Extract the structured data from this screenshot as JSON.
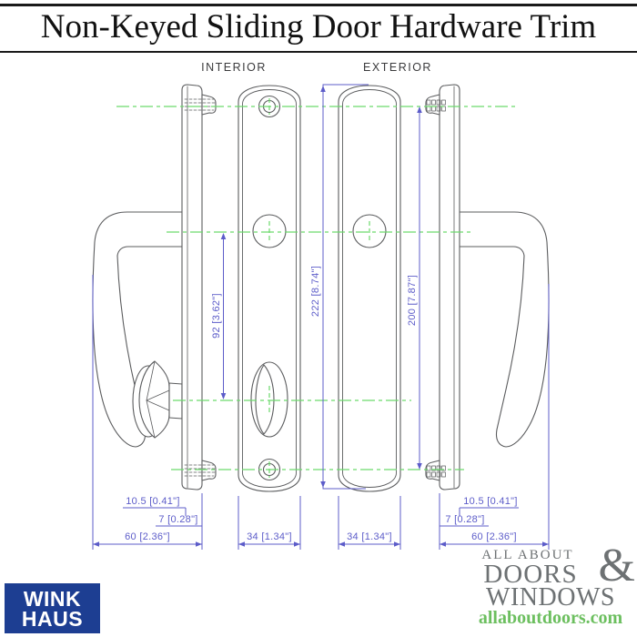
{
  "title": "Non-Keyed Sliding Door Hardware Trim",
  "diagram": {
    "view_labels": {
      "interior": "INTERIOR",
      "exterior": "EXTERIOR"
    },
    "dimensions": {
      "spindle_to_thumbturn": "92 [3.62\"]",
      "plate_length": "222 [8.74\"]",
      "hole_spacing": "200 [7.87\"]",
      "interior_plate_width": "34 [1.34\"]",
      "exterior_plate_width": "34 [1.34\"]",
      "left_edge_thickness": "10.5 [0.41\"]",
      "left_tab_depth": "7 [0.28\"]",
      "left_overall_depth": "60 [2.36\"]",
      "right_edge_thickness": "10.5 [0.41\"]",
      "right_tab_depth": "7 [0.28\"]",
      "right_overall_depth": "60 [2.36\"]"
    }
  },
  "footer": {
    "winkhaus_logo": {
      "line1": "WINK",
      "line2": "HAUS"
    },
    "aadw_logo": {
      "line1": "ALL ABOUT",
      "ampersand": "&",
      "line2": "DOORS",
      "line3": "WINDOWS",
      "url": "allaboutdoors.com"
    }
  },
  "colors": {
    "dimension_blue": "#5c5cc9",
    "centerline_green": "#6cd96c",
    "drawing_gray": "#5b5c5e",
    "winkhaus_blue": "#1d3e92",
    "logo_gray": "#6d7173",
    "logo_green": "#6cbf5f"
  }
}
